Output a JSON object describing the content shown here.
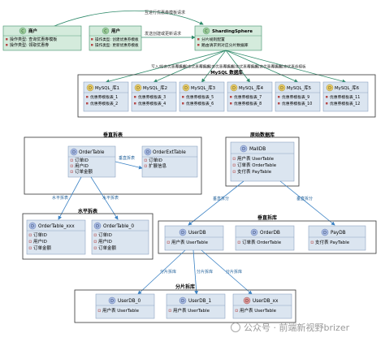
{
  "colors": {
    "green_node_bg": "#d4ebdc",
    "green_node_border": "#3f8f6a",
    "green_badge": "#9fcc99",
    "green_arrow": "#2f8a6a",
    "yellow_badge": "#ecd06b",
    "blue_badge": "#aebfe6",
    "red_badge": "#e09e9e",
    "table_bg": "#dbe5f0",
    "table_border": "#7a95b7",
    "group_border": "#333333",
    "blue_arrow": "#3b82c4",
    "field_marker": "#b54a4a"
  },
  "sharding": {
    "merchant": {
      "title": "商户",
      "items": [
        "操作类型: 查询优惠券模板",
        "操作类型: 领取优惠券"
      ]
    },
    "consumer": {
      "title": "用户",
      "items": [
        "操作类型: 创建优惠券模板",
        "操作类型: 更新优惠券模板"
      ]
    },
    "sharding_sphere": {
      "title": "ShardingSphere",
      "items": [
        "分片规则配置",
        "路由请求到对应分片数据库"
      ]
    },
    "label_top": "互进行优惠券模板请求",
    "label_mid": "发送创建或更新请求",
    "mysql_group_title": "MySQL 数据库",
    "route_label": "写入/检索优惠券模板",
    "shards": [
      {
        "name": "MySQL_库1",
        "tables": [
          "优惠券模板表_1",
          "优惠券模板表_2"
        ]
      },
      {
        "name": "MySQL_库2",
        "tables": [
          "优惠券模板表_3",
          "优惠券模板表_4"
        ]
      },
      {
        "name": "MySQL_库3",
        "tables": [
          "优惠券模板表_5",
          "优惠券模板表_6"
        ]
      },
      {
        "name": "MySQL_库4",
        "tables": [
          "优惠券模板表_7",
          "优惠券模板表_8"
        ]
      },
      {
        "name": "MySQL_库5",
        "tables": [
          "优惠券模板表_9",
          "优惠券模板表_10"
        ]
      },
      {
        "name": "MySQL_库6",
        "tables": [
          "优惠券模板表_11",
          "优惠券模板表_12"
        ]
      }
    ]
  },
  "vertical_table": {
    "group_title": "垂直拆表",
    "order_table": {
      "name": "OrderTable",
      "fields": [
        "订单ID",
        "用户ID",
        "订单金额"
      ]
    },
    "order_ext_table": {
      "name": "OrderExtTable",
      "fields": [
        "订单ID",
        "扩展信息"
      ]
    },
    "arrow_label": "垂直拆表"
  },
  "horizontal_table": {
    "group_title": "水平拆表",
    "arrow_label_left": "水平拆表",
    "arrow_label_right": "水平拆表",
    "tables": [
      {
        "name": "OrderTable_xxx",
        "fields": [
          "订单ID",
          "用户ID",
          "订单金额"
        ]
      },
      {
        "name": "OrderTable_0",
        "fields": [
          "订单ID",
          "用户ID",
          "订单金额"
        ]
      }
    ]
  },
  "original_db": {
    "group_title": "原始数据库",
    "db": {
      "name": "MallDB",
      "fields": [
        "用户表 UserTable",
        "订单表 OrderTable",
        "支付表 PayTable"
      ]
    },
    "arrow_left": "垂直拆分",
    "arrow_right": "垂直拆分"
  },
  "vertical_db": {
    "group_title": "垂直拆库",
    "dbs": [
      {
        "name": "UserDB",
        "fields": [
          "用户表 UserTable"
        ]
      },
      {
        "name": "OrderDB",
        "fields": [
          "订单表 OrderTable"
        ]
      },
      {
        "name": "PayDB",
        "fields": [
          "支付表 PayTable"
        ]
      }
    ]
  },
  "horizontal_db": {
    "group_title": "分片拆库",
    "arrow_label": "分片拆库",
    "dbs": [
      {
        "name": "UserDB_0",
        "fields": [
          "用户表 UserTable"
        ]
      },
      {
        "name": "UserDB_1",
        "fields": [
          "用户表 UserTable"
        ]
      },
      {
        "name": "UserDB_xx",
        "fields": [
          "用户表 UserTable"
        ]
      }
    ]
  },
  "watermark": "公众号 · 前端新视野brizer"
}
